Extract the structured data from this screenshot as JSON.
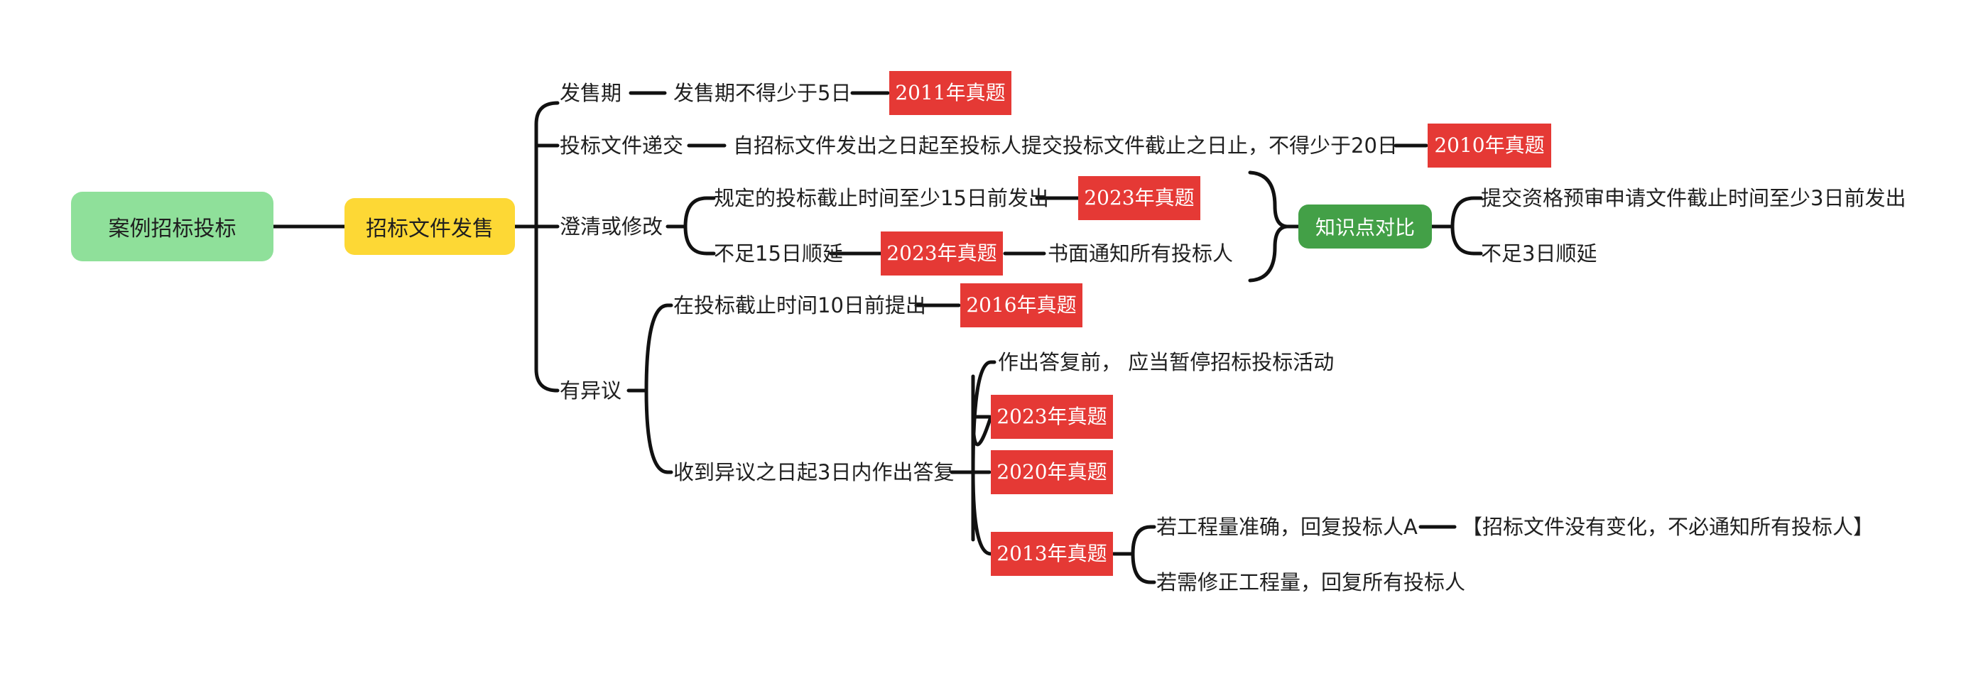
{
  "root": {
    "label": "案例招标投标"
  },
  "main": {
    "label": "招标文件发售"
  },
  "topics": {
    "sale_period": "发售期",
    "submission": "投标文件递交",
    "clarify": "澄清或修改",
    "objection": "有异议"
  },
  "leaves": {
    "sale_rule": "发售期不得少于5日",
    "submission_rule": "自招标文件发出之日起至投标人提交投标文件截止之日止，不得少于20日",
    "clarify_rule": "规定的投标截止时间至少15日前发出",
    "clarify_short": "不足15日顺延",
    "clarify_notice": "书面通知所有投标人",
    "objection_deadline": "在投标截止时间10日前提出",
    "objection_reply": "收到异议之日起3日内作出答复",
    "reply_pause": "作出答复前， 应当暂停招标投标活动",
    "accurate": "若工程量准确，回复投标人A",
    "accurate_note": "【招标文件没有变化，不必通知所有投标人】",
    "revise": "若需修正工程量，回复所有投标人"
  },
  "knowledge": {
    "label": "知识点对比",
    "item1": "提交资格预审申请文件截止时间至少3日前发出",
    "item2": "不足3日顺延"
  },
  "tags": {
    "t2011": "2011年真题",
    "t2010": "2010年真题",
    "t2023a": "2023年真题",
    "t2023b": "2023年真题",
    "t2016": "2016年真题",
    "t2023c": "2023年真题",
    "t2020": "2020年真题",
    "t2013": "2013年真题"
  },
  "colors": {
    "root": "#8fe09a",
    "main": "#fdd835",
    "tag": "#e53935",
    "knowledge": "#43a047",
    "line": "#111111"
  }
}
